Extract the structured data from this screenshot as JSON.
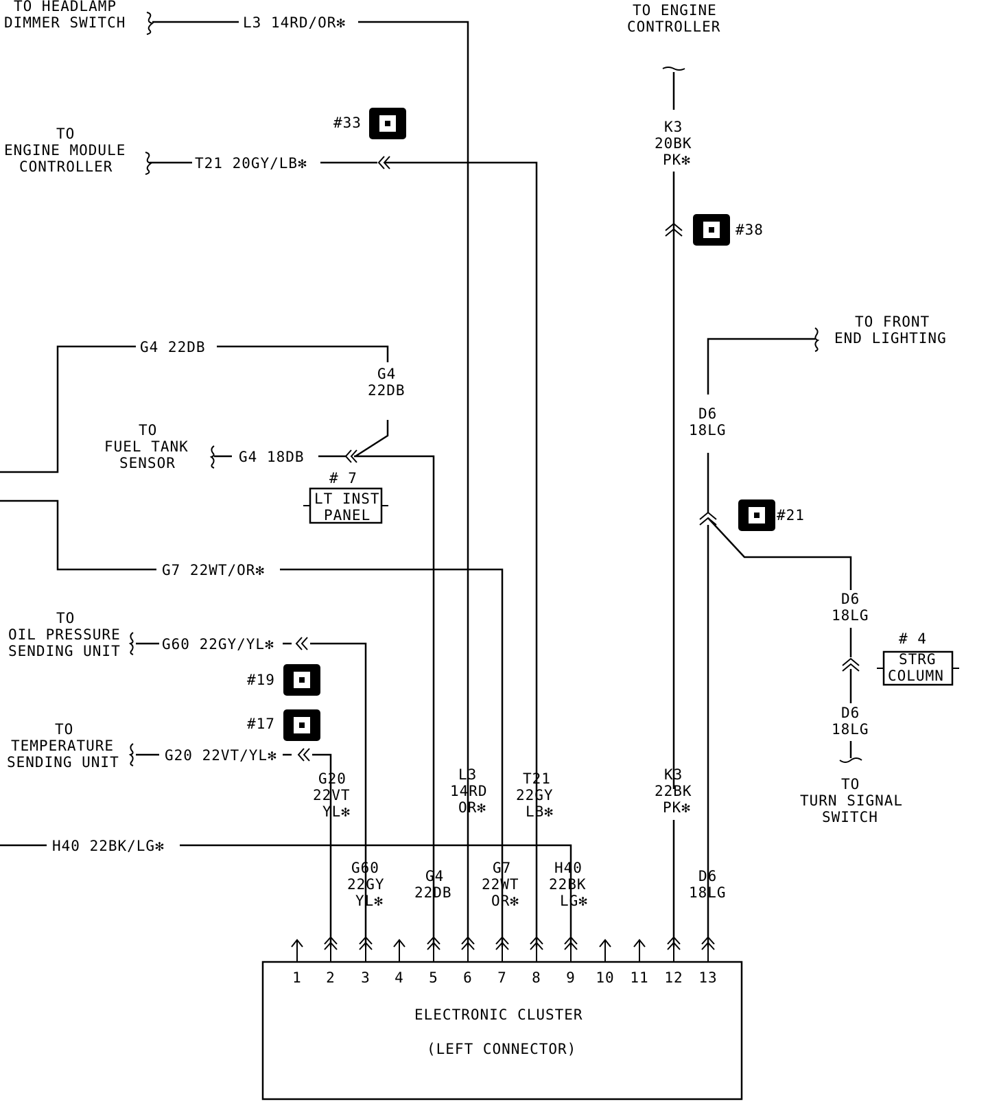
{
  "destinations": {
    "headlamp": [
      "TO HEADLAMP",
      "DIMMER SWITCH"
    ],
    "engine_controller": [
      "TO ENGINE",
      "CONTROLLER"
    ],
    "engine_module": [
      "TO",
      "ENGINE MODULE",
      "CONTROLLER"
    ],
    "front_end": [
      "TO FRONT",
      "END LIGHTING"
    ],
    "fuel_tank": [
      "TO",
      "FUEL TANK",
      "SENSOR"
    ],
    "oil_pressure": [
      "TO",
      "OIL PRESSURE",
      "SENDING UNIT"
    ],
    "temperature": [
      "TO",
      "TEMPERATURE",
      "SENDING UNIT"
    ],
    "turn_signal": [
      "TO",
      "TURN SIGNAL",
      "SWITCH"
    ]
  },
  "wires": {
    "l3_top": "L3 14RD/OR✻",
    "t21_top": "T21 20GY/LB✻",
    "g4_top": "G4 22DB",
    "g4_drop": [
      "G4",
      "22DB"
    ],
    "g4_fuel": "G4 18DB",
    "g7": "G7 22WT/OR✻",
    "g60": "G60 22GY/YL✻",
    "g20": "G20 22VT/YL✻",
    "h40": "H40 22BK/LG✻",
    "k3_top": [
      "K3",
      "20BK",
      "PK✻"
    ],
    "d6_upper": [
      "D6",
      "18LG"
    ],
    "d6_mid": [
      "D6",
      "18LG"
    ],
    "d6_lower": [
      "D6",
      "18LG"
    ],
    "g20_vert": [
      "G20",
      "22VT",
      "YL✻"
    ],
    "l3_vert": [
      "L3",
      "14RD",
      "OR✻"
    ],
    "t21_vert": [
      "T21",
      "22GY",
      "LB✻"
    ],
    "k3_vert": [
      "K3",
      "22BK",
      "PK✻"
    ],
    "g60_vert": [
      "G60",
      "22GY",
      "YL✻"
    ],
    "g4_vert": [
      "G4",
      "22DB"
    ],
    "g7_vert": [
      "G7",
      "22WT",
      "OR✻"
    ],
    "h40_vert": [
      "H40",
      "22BK",
      "LG✻"
    ],
    "d6_vert": [
      "D6",
      "18LG"
    ]
  },
  "connectors": {
    "c33": "#33",
    "c38": "#38",
    "c21": "#21",
    "c19": "#19",
    "c17": "#17",
    "c7": "# 7",
    "c4": "# 4"
  },
  "components": {
    "lt_inst_panel": [
      "LT INST",
      "PANEL"
    ],
    "strg_column": [
      "STRG",
      "COLUMN"
    ]
  },
  "cluster": {
    "title": "ELECTRONIC CLUSTER",
    "subtitle": "(LEFT CONNECTOR)",
    "pins": [
      "1",
      "2",
      "3",
      "4",
      "5",
      "6",
      "7",
      "8",
      "9",
      "10",
      "11",
      "12",
      "13"
    ]
  }
}
